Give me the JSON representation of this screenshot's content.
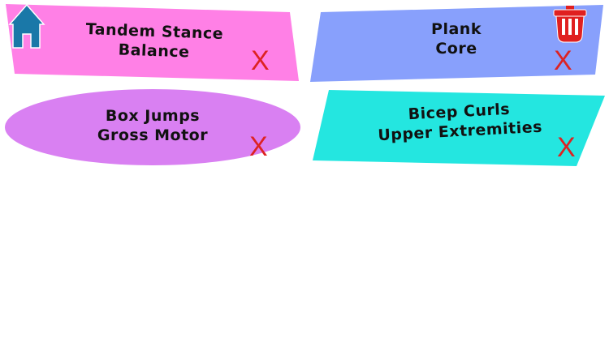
{
  "cards": [
    {
      "title": "Tandem Stance",
      "category": "Balance",
      "color": "#ff80e6"
    },
    {
      "title": "Plank",
      "category": "Core",
      "color": "#88a0fc"
    },
    {
      "title": "Box Jumps",
      "category": "Gross Motor",
      "color": "#d980f2"
    },
    {
      "title": "Bicep Curls",
      "category": "Upper Extremities",
      "color": "#24e6e0"
    }
  ],
  "delete_mark": "X",
  "colors": {
    "home": "#1a78a8",
    "trash": "#e02020",
    "delete": "#dd2222"
  },
  "icons": {
    "home": "home-icon",
    "trash": "trash-icon"
  }
}
